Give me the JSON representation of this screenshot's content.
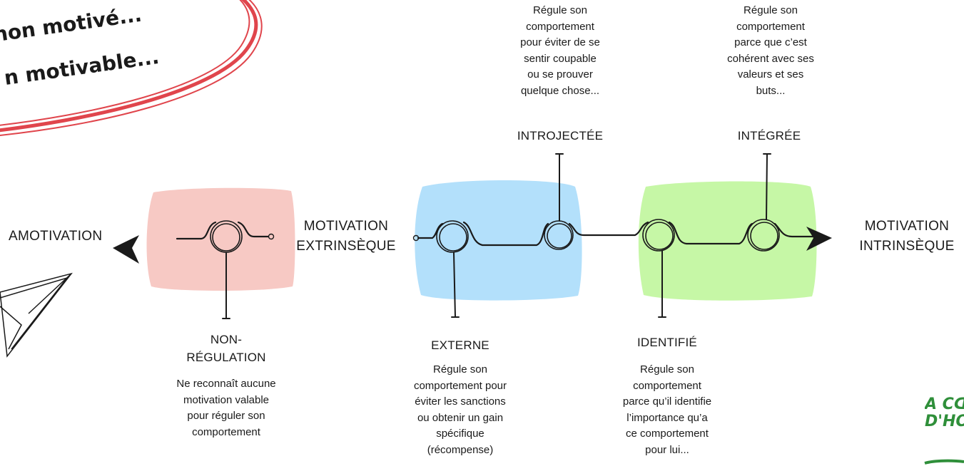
{
  "bubble": {
    "line1": "non motivé...",
    "line2": "n motivable..."
  },
  "poles": {
    "amotivation": "AMOTIVATION",
    "extrinsic_line1": "MOTIVATION",
    "extrinsic_line2": "EXTRINSÈQUE",
    "intrinsic_line1": "MOTIVATION",
    "intrinsic_line2": "INTRINSÈQUE"
  },
  "stages": {
    "non_regulation": {
      "label_line1": "NON-",
      "label_line2": "RÉGULATION",
      "description": [
        "Ne reconnaît aucune",
        "motivation valable",
        "pour réguler son",
        "comportement"
      ]
    },
    "externe": {
      "label": "EXTERNE",
      "description": [
        "Régule son",
        "comportement pour",
        "éviter les sanctions",
        "ou obtenir un gain",
        "spécifique",
        "(récompense)"
      ]
    },
    "introjectee": {
      "label": "INTROJECTÉE",
      "description": [
        "Régule son",
        "comportement",
        "pour éviter de se",
        "sentir coupable",
        "ou se prouver",
        "quelque chose..."
      ]
    },
    "identifie": {
      "label": "IDENTIFIÉ",
      "description": [
        "Régule son",
        "comportement",
        "parce qu’il identifie",
        "l’importance qu’a",
        "ce comportement",
        "pour lui..."
      ]
    },
    "integree": {
      "label": "INTÉGRÉE",
      "description": [
        "Régule son",
        "comportement",
        "parce que c’est",
        "cohérent avec ses",
        "valeurs et ses",
        "buts..."
      ]
    }
  },
  "logo": {
    "line1": "À CŒU",
    "line2": "D'HOMM"
  },
  "colors": {
    "bubble_red": "#e0454c",
    "pink_zone": "#f7c9c4",
    "blue_zone": "#b3e0fb",
    "green_zone": "#c6f7a6",
    "logo_green": "#2f8f3a"
  }
}
